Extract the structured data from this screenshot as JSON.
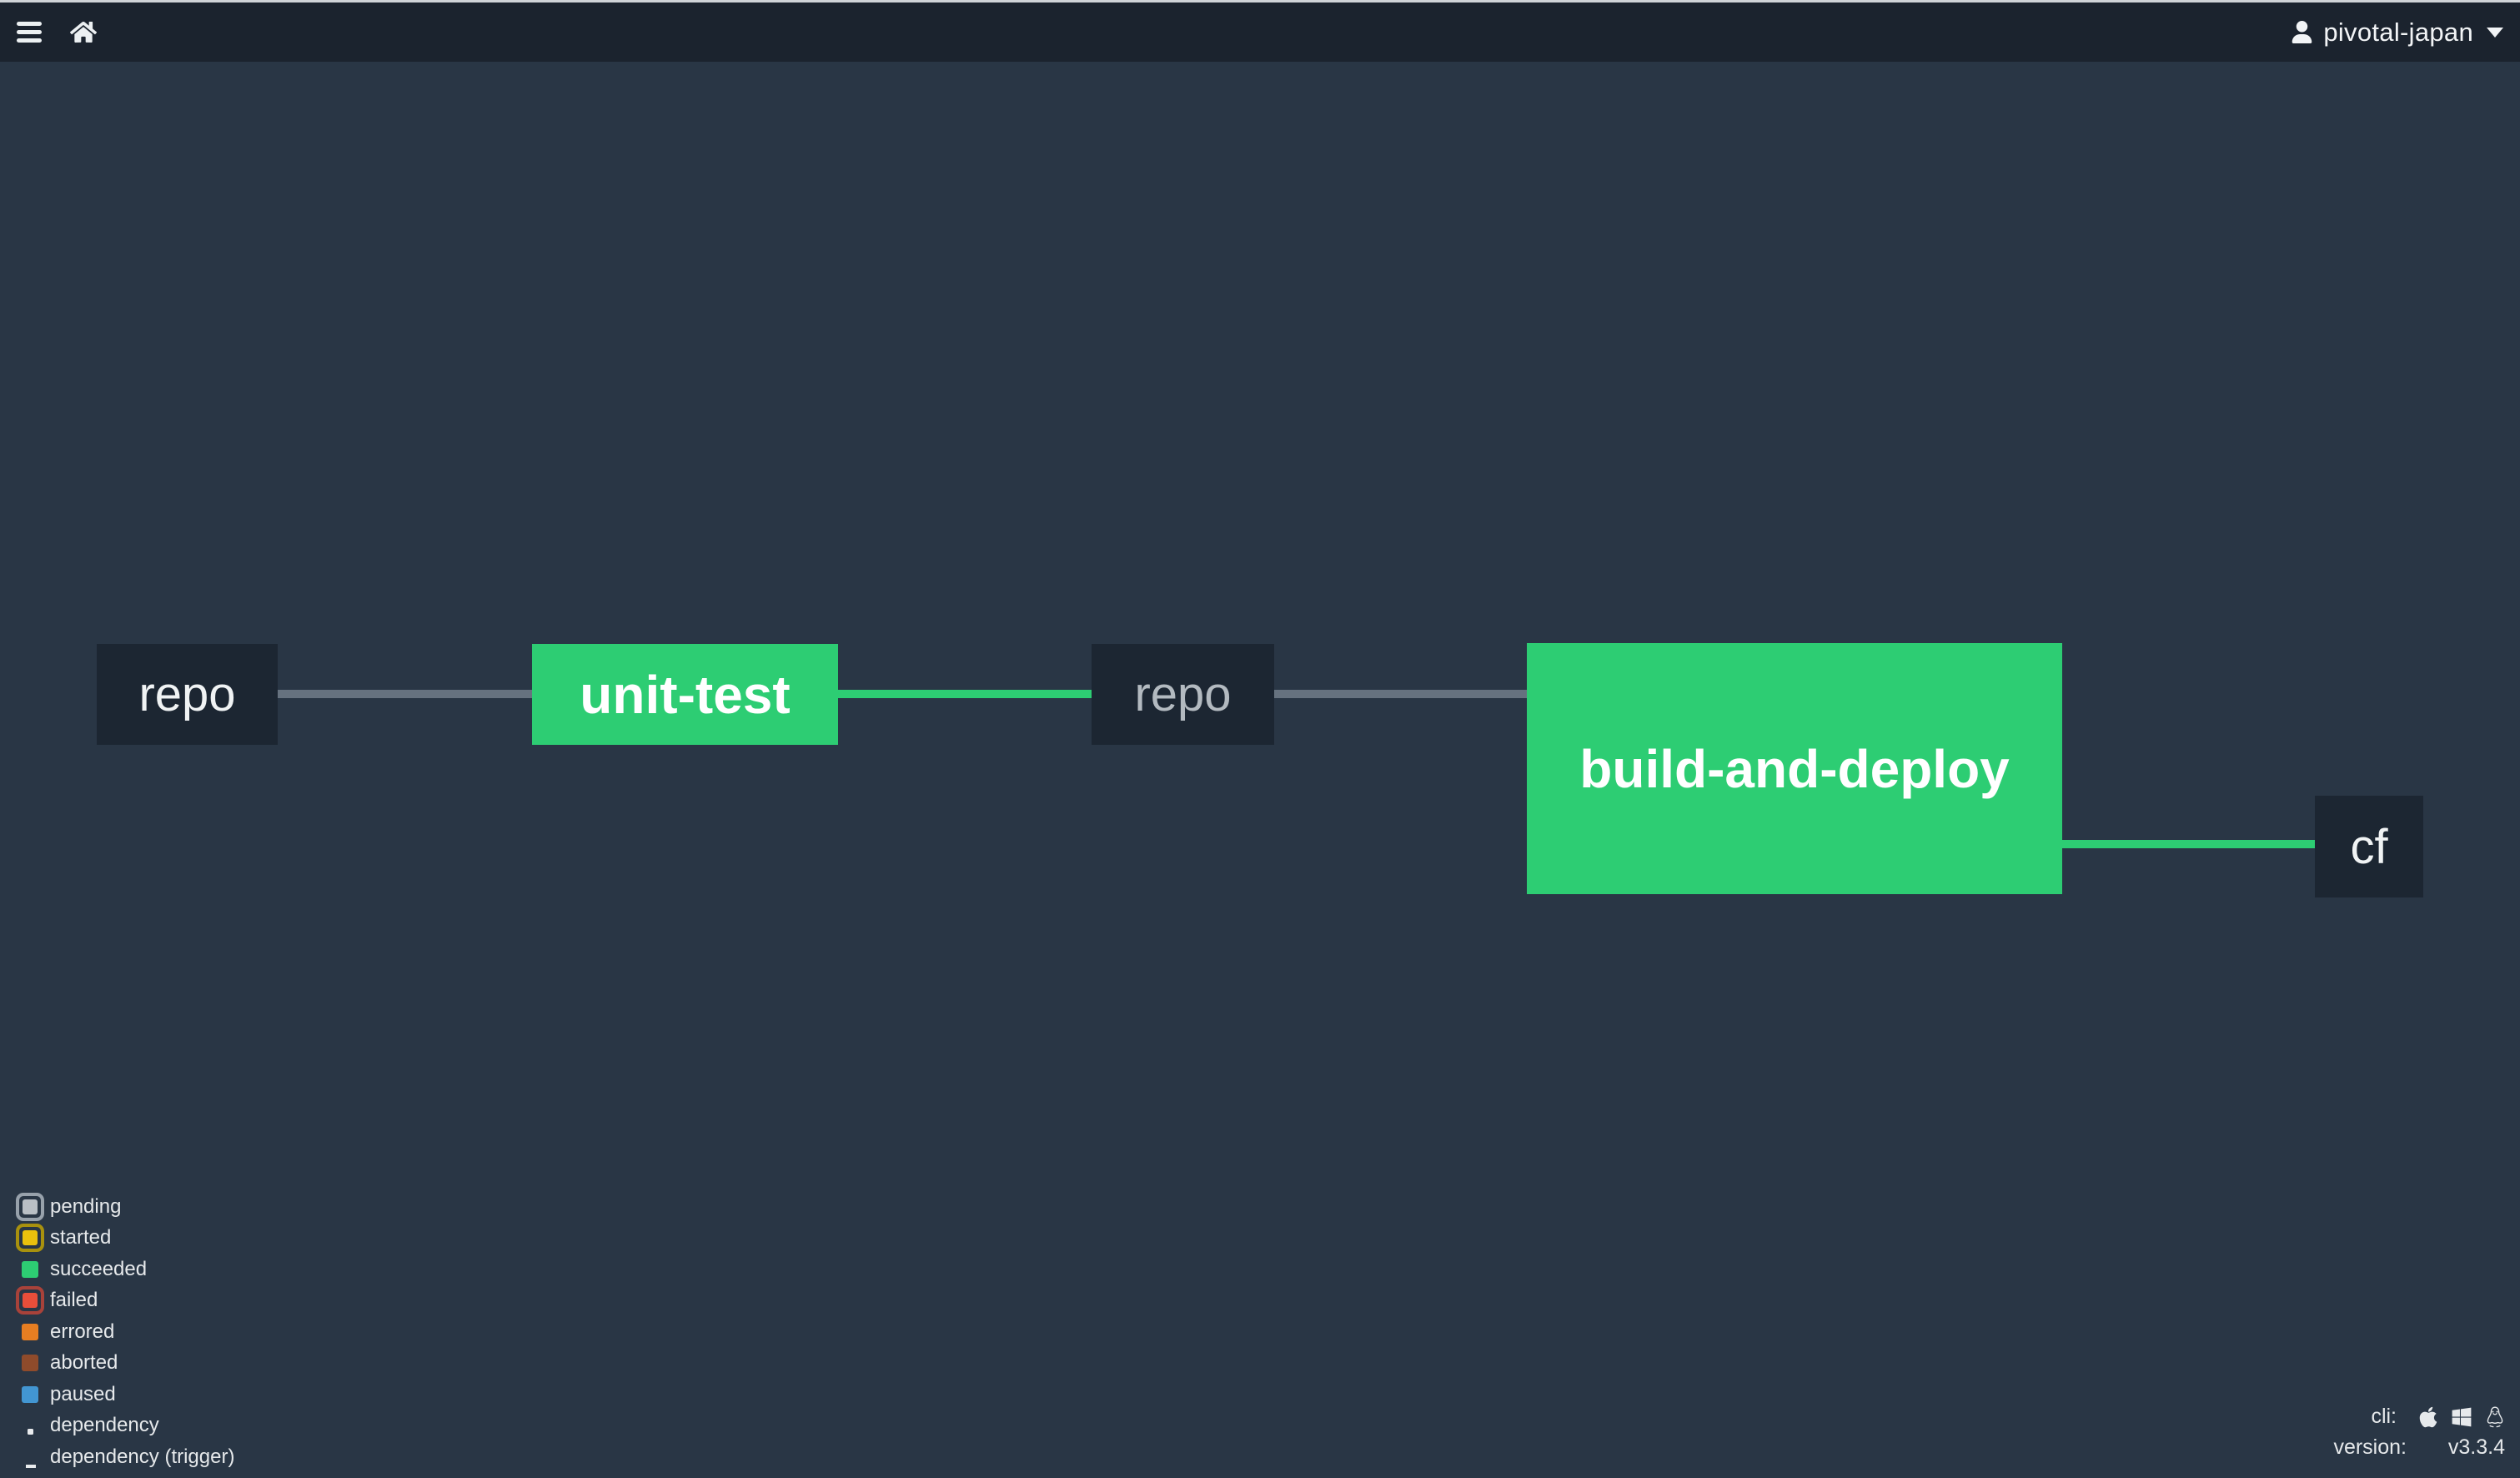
{
  "topbar": {
    "team_name": "pivotal-japan"
  },
  "pipeline": {
    "nodes": [
      {
        "label": "repo",
        "type": "resource",
        "bg": "#1c2632",
        "text_color": "#f0f3f4"
      },
      {
        "label": "unit-test",
        "type": "job",
        "status": "succeeded",
        "bg": "#2dcd73",
        "text_color": "#ffffff"
      },
      {
        "label": "repo",
        "type": "resource",
        "bg": "#1c2632",
        "text_color": "#b3bac0"
      },
      {
        "label": "build-and-deploy",
        "type": "job",
        "status": "succeeded",
        "bg": "#2dcd73",
        "text_color": "#ffffff"
      },
      {
        "label": "cf",
        "type": "resource",
        "bg": "#1c2632",
        "text_color": "#f0f3f4"
      }
    ],
    "connections": [
      {
        "from": "repo",
        "to": "unit-test",
        "color": "#66727f"
      },
      {
        "from": "unit-test",
        "to": "repo",
        "color": "#2dcd73"
      },
      {
        "from": "repo",
        "to": "build-and-deploy",
        "color": "#66727f"
      },
      {
        "from": "build-and-deploy",
        "to": "cf",
        "color": "#2dcd73"
      }
    ]
  },
  "legend": {
    "items": [
      {
        "label": "pending",
        "fill": "#b9bfc5",
        "ring": "#97a1ab",
        "glyph": "square"
      },
      {
        "label": "started",
        "fill": "#eac10d",
        "ring": "#a8910e",
        "glyph": "square"
      },
      {
        "label": "succeeded",
        "fill": "#2dcd73",
        "ring": null,
        "glyph": "square"
      },
      {
        "label": "failed",
        "fill": "#e84e3a",
        "ring": "#a8423a",
        "glyph": "square"
      },
      {
        "label": "errored",
        "fill": "#e67e22",
        "ring": null,
        "glyph": "square"
      },
      {
        "label": "aborted",
        "fill": "#8f4b2b",
        "ring": null,
        "glyph": "square"
      },
      {
        "label": "paused",
        "fill": "#4296d2",
        "ring": null,
        "glyph": "square"
      },
      {
        "label": "dependency",
        "fill": "#e8ebed",
        "ring": null,
        "glyph": "dot"
      },
      {
        "label": "dependency (trigger)",
        "fill": "#e8ebed",
        "ring": null,
        "glyph": "dash"
      }
    ]
  },
  "footer": {
    "cli_label": "cli:",
    "cli_icons": [
      "apple-icon",
      "windows-icon",
      "linux-icon"
    ],
    "version_label": "version:",
    "version_value": "v3.3.4"
  },
  "colors": {
    "page_bg": "#293645",
    "topbar_bg": "#1b232e",
    "top_edge": "#cfd3d7",
    "node_dark": "#1c2632",
    "succeeded_green": "#2dcd73",
    "line_gray": "#66727f"
  }
}
